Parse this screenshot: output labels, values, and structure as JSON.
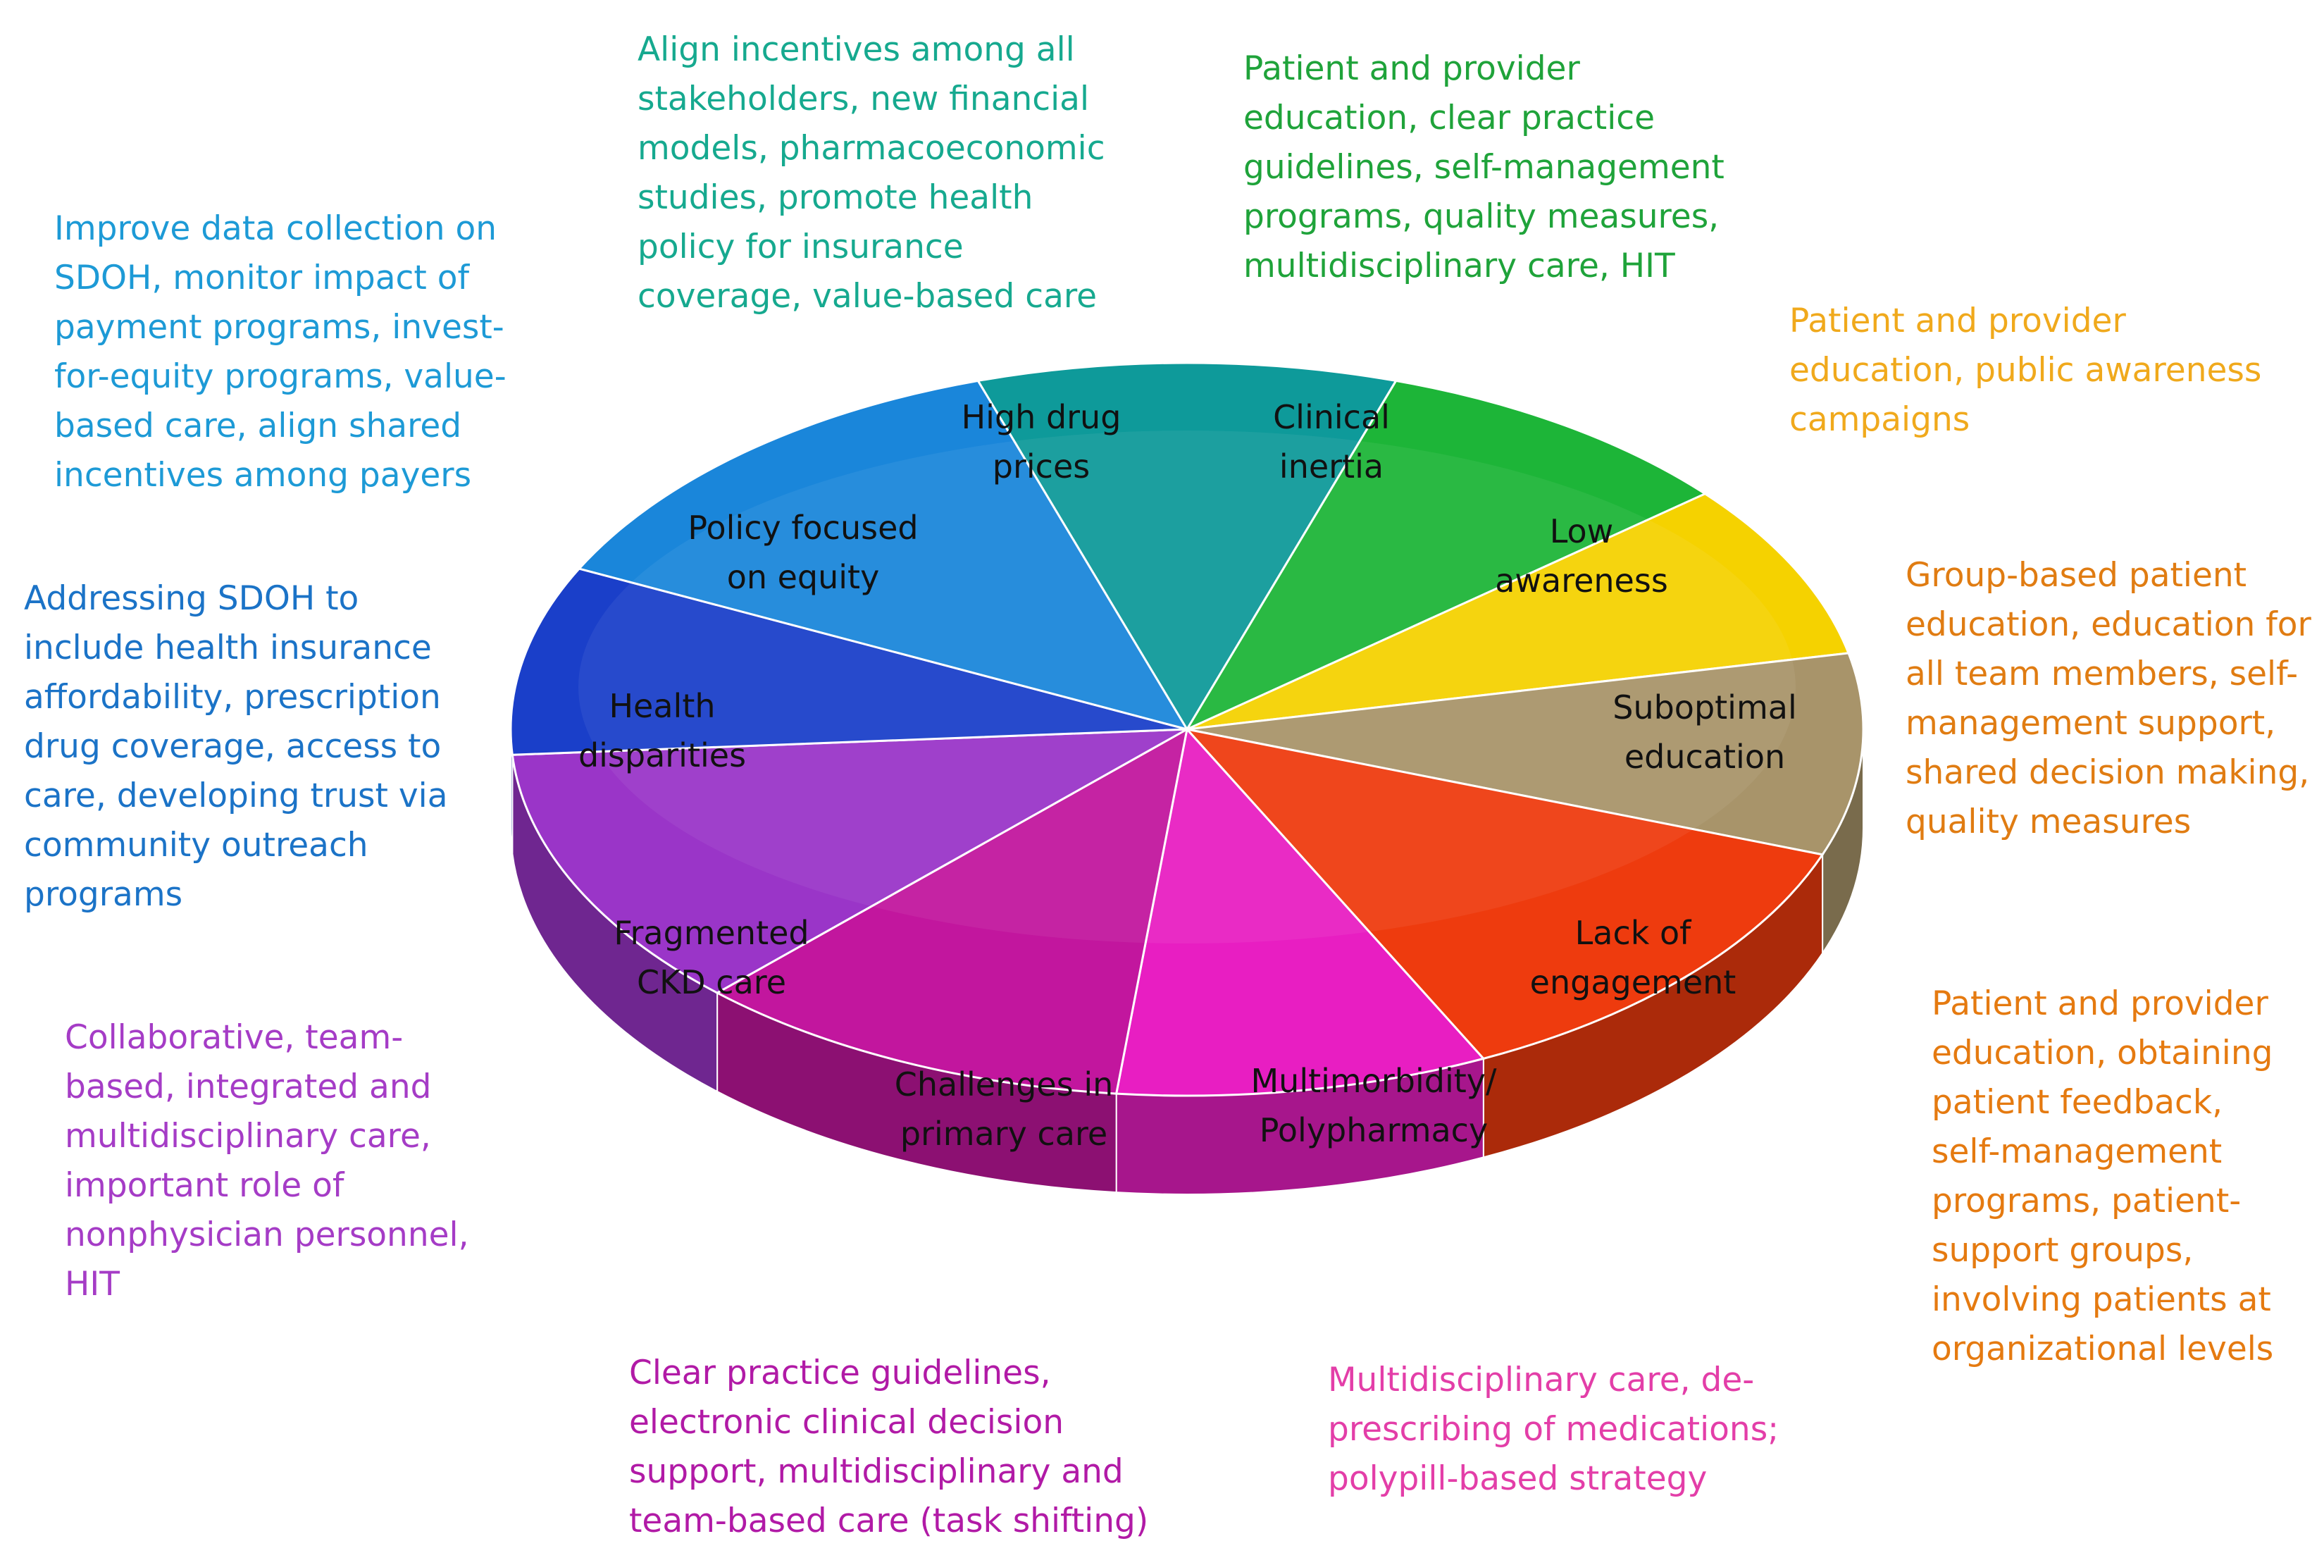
{
  "segments": [
    {
      "key": "high-drug-prices",
      "label": [
        "High drug",
        "prices"
      ],
      "color": "#0E9A9A",
      "annotation_color": "#16A98F",
      "annotation": [
        "Align incentives among all",
        "stakeholders, new financial",
        "models, pharmacoeconomic",
        "studies, promote health",
        "policy for insurance",
        "coverage, value-based care"
      ]
    },
    {
      "key": "clinical-inertia",
      "label": [
        "Clinical",
        "inertia"
      ],
      "color": "#1DB538",
      "annotation_color": "#1FA33A",
      "annotation": [
        "Patient and provider",
        "education, clear practice",
        "guidelines, self-management",
        "programs, quality measures,",
        "multidisciplinary care, HIT"
      ]
    },
    {
      "key": "low-awareness",
      "label": [
        "Low",
        "awareness"
      ],
      "color": "#F5D200",
      "annotation_color": "#F0A91C",
      "annotation": [
        "Patient and provider",
        "education, public awareness",
        "campaigns"
      ]
    },
    {
      "key": "suboptimal-education",
      "label": [
        "Suboptimal",
        "education"
      ],
      "color": "#A8946A",
      "annotation_color": "#E07C12",
      "annotation": [
        "Group-based patient",
        "education, education for",
        "all team members, self-",
        "management support,",
        "shared decision making,",
        "quality measures"
      ]
    },
    {
      "key": "lack-of-engagement",
      "label": [
        "Lack of",
        "engagement"
      ],
      "color": "#EE3B0E",
      "annotation_color": "#E57A10",
      "annotation": [
        "Patient and provider",
        "education, obtaining",
        "patient feedback,",
        "self-management",
        "programs, patient-",
        "support groups,",
        "involving patients at",
        "organizational levels"
      ]
    },
    {
      "key": "multimorbidity-polypharmacy",
      "label": [
        "Multimorbidity/",
        "Polypharmacy"
      ],
      "color": "#E81EC2",
      "annotation_color": "#E33EA8",
      "annotation": [
        "Multidisciplinary care, de-",
        "prescribing of medications;",
        "polypill-based strategy"
      ]
    },
    {
      "key": "challenges-in-primary-care",
      "label": [
        "Challenges in",
        "primary care"
      ],
      "color": "#C2169E",
      "annotation_color": "#B11AA6",
      "annotation": [
        "Clear practice guidelines,",
        "electronic clinical decision",
        "support, multidisciplinary and",
        "team-based care (task shifting)"
      ]
    },
    {
      "key": "fragmented-ckd-care",
      "label": [
        "Fragmented",
        "CKD care"
      ],
      "color": "#9A35C8",
      "annotation_color": "#A53CC6",
      "annotation": [
        "Collaborative, team-",
        "based, integrated and",
        "multidisciplinary care,",
        "important role of",
        "nonphysician personnel,",
        "HIT"
      ]
    },
    {
      "key": "health-disparities",
      "label": [
        "Health",
        "disparities"
      ],
      "color": "#1A3FC9",
      "annotation_color": "#1B73C7",
      "annotation": [
        "Addressing SDOH to",
        "include health insurance",
        "affordability, prescription",
        "drug coverage, access to",
        "care, developing trust via",
        "community outreach",
        "programs"
      ]
    },
    {
      "key": "policy-focused-on-equity",
      "label": [
        "Policy focused",
        "on equity"
      ],
      "color": "#1A86DA",
      "annotation_color": "#1D9AD6",
      "annotation": [
        "Improve data collection on",
        "SDOH, monitor impact of",
        "payment programs, invest-",
        "for-equity programs, value-",
        "based care, align shared",
        "incentives among payers"
      ]
    }
  ]
}
